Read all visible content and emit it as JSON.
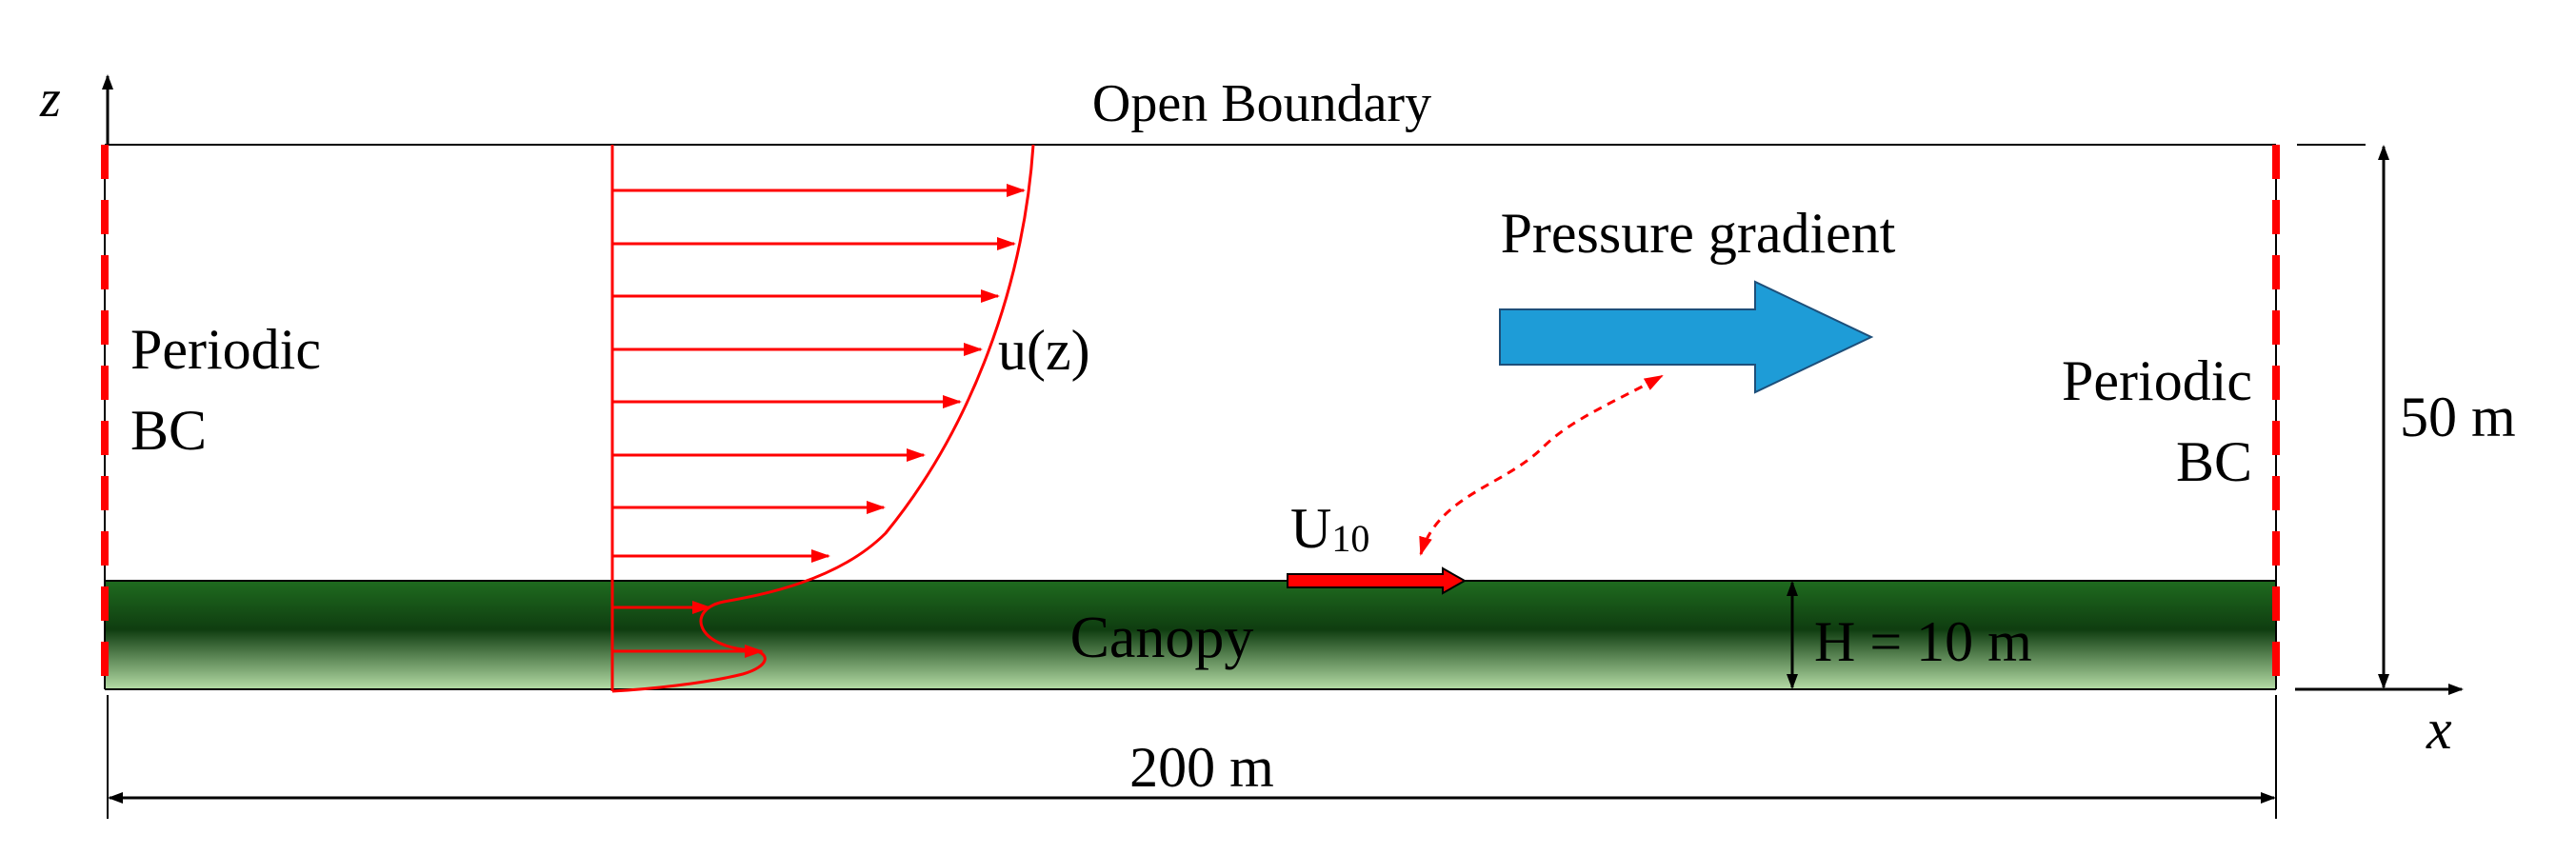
{
  "labels": {
    "z_axis": "z",
    "x_axis": "x",
    "top_boundary": "Open Boundary",
    "left_bc_line1": "Periodic",
    "left_bc_line2": "BC",
    "right_bc_line1": "Periodic",
    "right_bc_line2": "BC",
    "profile": "u(z)",
    "pressure_gradient": "Pressure gradient",
    "u10_main": "U",
    "u10_sub": "10",
    "canopy": "Canopy",
    "canopy_height": "H = 10 m",
    "domain_height": "50 m",
    "domain_length": "200 m"
  },
  "colors": {
    "boundary_dash": "#ff0000",
    "profile": "#ff0000",
    "pressure_arrow": "#1e9cd7",
    "canopy_top": "#1f6b1f",
    "canopy_mid": "#0f3d10",
    "canopy_bottom": "#b5dca6",
    "outline": "#000000"
  }
}
